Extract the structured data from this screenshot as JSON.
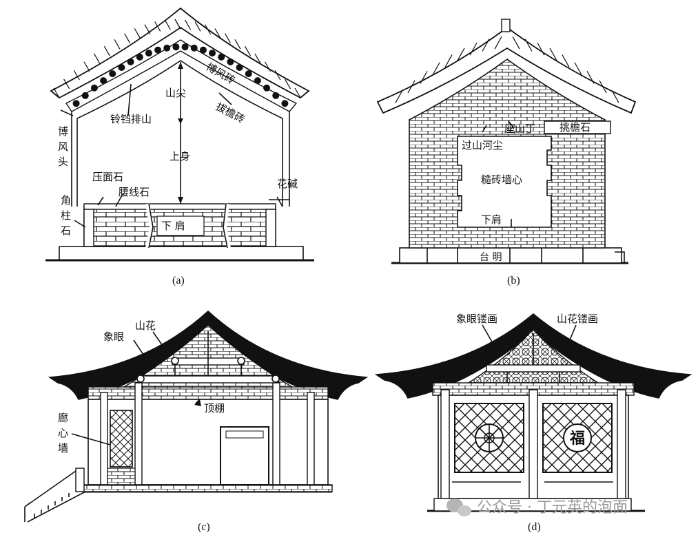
{
  "panels": {
    "a": {
      "caption": "(a)",
      "labels": {
        "bofeng_zhuan": "博风砖",
        "shan_jian": "山尖",
        "ling_dang_pai_shan": "铃铛排山",
        "ba_yan_zhuan": "拔檐砖",
        "bofeng_tou": "博风头",
        "shang_shen": "上身",
        "ya_mian_shi": "压面石",
        "yao_xian_shi": "腰线石",
        "hua_jian": "花碱",
        "jiao_zhu_shi": "角柱石",
        "xia_jian": "下  肩"
      }
    },
    "b": {
      "caption": "(b)",
      "labels": {
        "zuo_shan_ding": "座山丁",
        "tiao_yan_shi": "挑檐石",
        "guo_shan_he_chen": "过山河尘",
        "cao_zhuan_qiang_xin": "糙砖墙心",
        "xia_jian": "下肩",
        "tai_ming": "台      明"
      }
    },
    "c": {
      "caption": "(c)",
      "labels": {
        "shan_hua": "山花",
        "xiang_yan": "象眼",
        "ding_peng": "顶棚",
        "lang_xin_qiang": "廊心墙"
      }
    },
    "d": {
      "caption": "(d)",
      "labels": {
        "xiang_yan_lou_hua": "象眼镂画",
        "shan_hua_lou_hua": "山花镂画",
        "fu_char": "福"
      }
    }
  },
  "watermark": {
    "text": "公众号 · 丁元英的泡面",
    "icon": "wechat-icon"
  }
}
